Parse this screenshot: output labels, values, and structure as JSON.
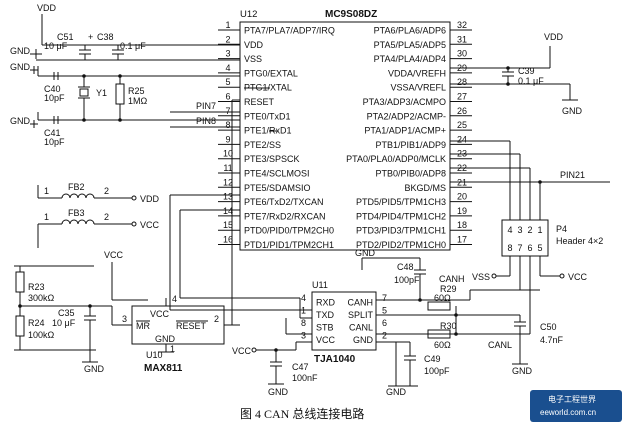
{
  "caption": "图 4  CAN 总线连接电路",
  "watermark": {
    "cn": "电子工程世界",
    "url": "eeworld.com.cn"
  },
  "u12": {
    "ref": "U12",
    "part": "MC9S08DZ",
    "left_pins": [
      {
        "num": "1",
        "name": "PTA7/PLA7/ADP7/IRQ"
      },
      {
        "num": "2",
        "name": "VDD"
      },
      {
        "num": "3",
        "name": "VSS"
      },
      {
        "num": "4",
        "name": "PTG0/EXTAL"
      },
      {
        "num": "5",
        "name": "PTG1/XTAL"
      },
      {
        "num": "6",
        "name": "RESET"
      },
      {
        "num": "7",
        "name": "PTE0/TxD1"
      },
      {
        "num": "8",
        "name": "PTE1/RxD1"
      },
      {
        "num": "9",
        "name": "PTE2/SS"
      },
      {
        "num": "10",
        "name": "PTE3/SPSCK"
      },
      {
        "num": "11",
        "name": "PTE4/SCLMOSI"
      },
      {
        "num": "12",
        "name": "PTE5/SDAMSIO"
      },
      {
        "num": "13",
        "name": "PTE6/TxD2/TXCAN"
      },
      {
        "num": "14",
        "name": "PTE7/RxD2/RXCAN"
      },
      {
        "num": "15",
        "name": "PTD0/PID0/TPM2CH0"
      },
      {
        "num": "16",
        "name": "PTD1/PID1/TPM2CH1"
      }
    ],
    "right_pins": [
      {
        "num": "32",
        "name": "PTA6/PLA6/ADP6"
      },
      {
        "num": "31",
        "name": "PTA5/PLA5/ADP5"
      },
      {
        "num": "30",
        "name": "PTA4/PLA4/ADP4"
      },
      {
        "num": "29",
        "name": "VDDA/VREFH"
      },
      {
        "num": "28",
        "name": "VSSA/VREFL"
      },
      {
        "num": "27",
        "name": "PTA3/ADP3/ACMPO"
      },
      {
        "num": "26",
        "name": "PTA2/ADP2/ACMP-"
      },
      {
        "num": "25",
        "name": "PTA1/ADP1/ACMP+"
      },
      {
        "num": "24",
        "name": "PTB1/PIB1/ADP9"
      },
      {
        "num": "23",
        "name": "PTA0/PLA0/ADP0/MCLK"
      },
      {
        "num": "22",
        "name": "PTB0/PIB0/ADP8"
      },
      {
        "num": "21",
        "name": "BKGD/MS"
      },
      {
        "num": "20",
        "name": "PTD5/PID5/TPM1CH3"
      },
      {
        "num": "19",
        "name": "PTD4/PID4/TPM1CH2"
      },
      {
        "num": "18",
        "name": "PTD3/PID3/TPM1CH1"
      },
      {
        "num": "17",
        "name": "PTD2/PID2/TPM1CH0"
      }
    ]
  },
  "net_labels": {
    "pin7": "PIN7",
    "pin8": "PIN8",
    "pin21": "PIN21",
    "canh": "CANH",
    "canl": "CANL"
  },
  "power": {
    "vdd": "VDD",
    "vcc": "VCC",
    "gnd": "GND",
    "vss": "VSS"
  },
  "passives": {
    "c51_ref": "C51",
    "c51_val": "10 μF",
    "c38_ref": "C38",
    "c38_val": "0.1 μF",
    "c39_ref": "C39",
    "c39_val": "0.1 μF",
    "c40_ref": "C40",
    "c40_val": "10pF",
    "c41_ref": "C41",
    "c41_val": "10pF",
    "y1": "Y1",
    "r25_ref": "R25",
    "r25_val": "1MΩ",
    "fb2": "FB2",
    "fb3": "FB3",
    "r23_ref": "R23",
    "r23_val": "300kΩ",
    "r24_ref": "R24",
    "r24_val": "100kΩ",
    "c35_ref": "C35",
    "c35_val": "10 μF",
    "c48_ref": "C48",
    "c48_val": "100pF",
    "r29_ref": "R29",
    "r29_val": "60Ω",
    "r30_ref": "R30",
    "r30_val": "60Ω",
    "c50_ref": "C50",
    "c50_val": "4.7nF",
    "c49_ref": "C49",
    "c49_val": "100pF",
    "c47_ref": "C47",
    "c47_val": "100nF",
    "pin1": "1",
    "pin2": "2"
  },
  "u10": {
    "ref": "U10",
    "part": "MAX811",
    "vcc": "VCC",
    "mr": "MR",
    "reset": "RESET",
    "gnd": "GND",
    "p4": "4",
    "p3": "3",
    "p2": "2",
    "p1": "1"
  },
  "u11": {
    "ref": "U11",
    "part": "TJA1040",
    "left": [
      {
        "num": "4",
        "name": "RXD"
      },
      {
        "num": "1",
        "name": "TXD"
      },
      {
        "num": "8",
        "name": "STB"
      },
      {
        "num": "3",
        "name": "VCC"
      }
    ],
    "right": [
      {
        "num": "7",
        "name": "CANH"
      },
      {
        "num": "5",
        "name": "SPLIT"
      },
      {
        "num": "6",
        "name": "CANL"
      },
      {
        "num": "2",
        "name": "GND"
      }
    ]
  },
  "p4": {
    "ref": "P4",
    "desc": "Header 4×2",
    "top": [
      "4",
      "3",
      "2",
      "1"
    ],
    "bottom": [
      "8",
      "7",
      "6",
      "5"
    ]
  }
}
